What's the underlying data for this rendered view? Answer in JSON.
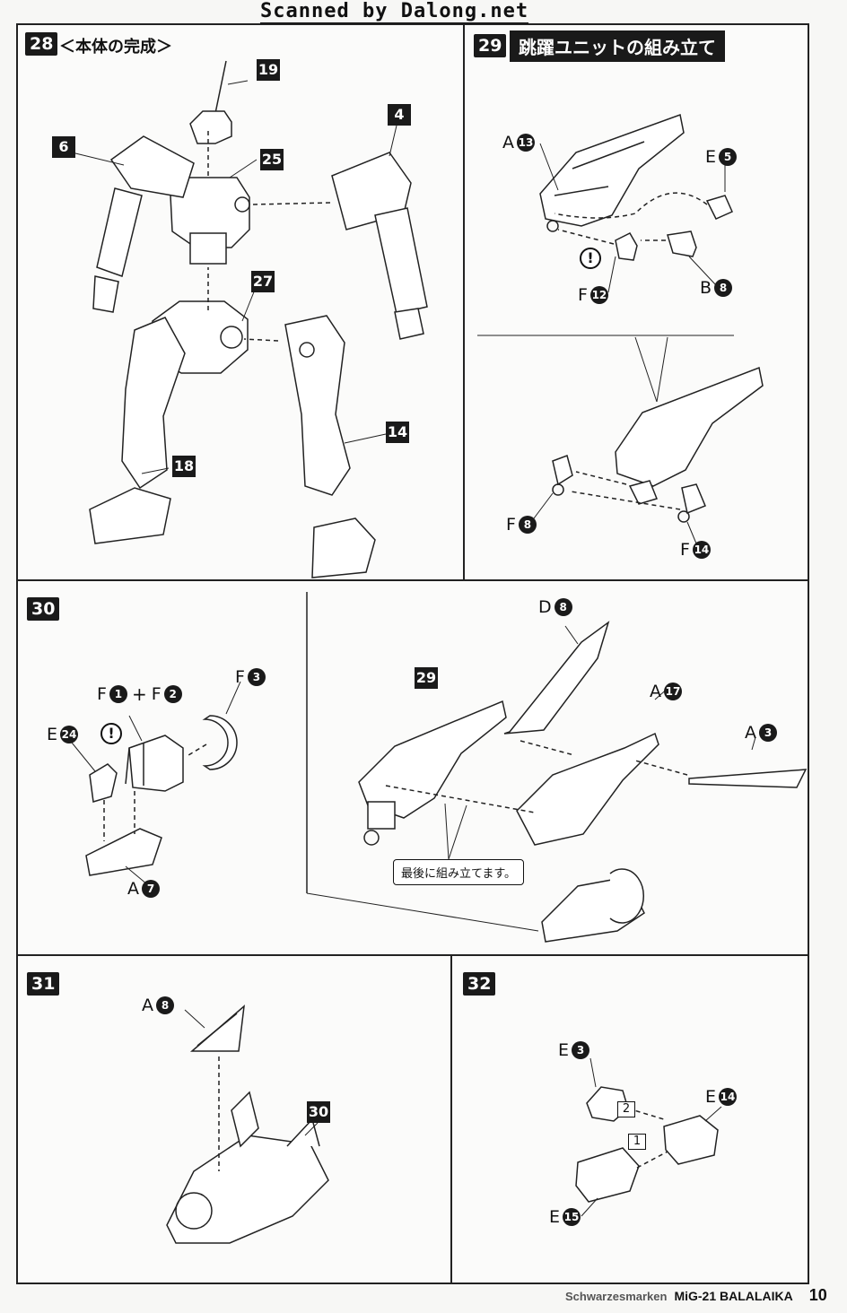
{
  "watermark": "Scanned by Dalong.net",
  "steps": {
    "s28": {
      "num": "28",
      "title": "＜本体の完成＞",
      "tags": [
        "19",
        "6",
        "25",
        "4",
        "27",
        "14",
        "18"
      ]
    },
    "s29": {
      "num": "29",
      "title": "跳躍ユニットの組み立て",
      "labels": {
        "a13": {
          "letter": "A",
          "num": "13"
        },
        "e5": {
          "letter": "E",
          "num": "5"
        },
        "f12": {
          "letter": "F",
          "num": "12"
        },
        "b8": {
          "letter": "B",
          "num": "8"
        },
        "f8": {
          "letter": "F",
          "num": "8"
        },
        "f14": {
          "letter": "F",
          "num": "14"
        }
      }
    },
    "s30": {
      "num": "30",
      "labels": {
        "f1": {
          "letter": "F",
          "num": "1"
        },
        "plus": "+",
        "f2": {
          "letter": "F",
          "num": "2"
        },
        "f3": {
          "letter": "F",
          "num": "3"
        },
        "e24": {
          "letter": "E",
          "num": "24"
        },
        "a7": {
          "letter": "A",
          "num": "7"
        },
        "d8": {
          "letter": "D",
          "num": "8"
        },
        "a17": {
          "letter": "A",
          "num": "17"
        },
        "a3": {
          "letter": "A",
          "num": "3"
        }
      },
      "tag29": "29",
      "note": "最後に組み立てます。"
    },
    "s31": {
      "num": "31",
      "labels": {
        "a8": {
          "letter": "A",
          "num": "8"
        }
      },
      "tag30": "30"
    },
    "s32": {
      "num": "32",
      "labels": {
        "e3": {
          "letter": "E",
          "num": "3"
        },
        "e14": {
          "letter": "E",
          "num": "14"
        },
        "e15": {
          "letter": "E",
          "num": "15"
        }
      },
      "order1": "1",
      "order2": "2"
    }
  },
  "warning_symbol": "!",
  "footer": {
    "series": "Schwarzesmarken",
    "model": "MiG-21 BALALAIKA",
    "page": "10"
  }
}
